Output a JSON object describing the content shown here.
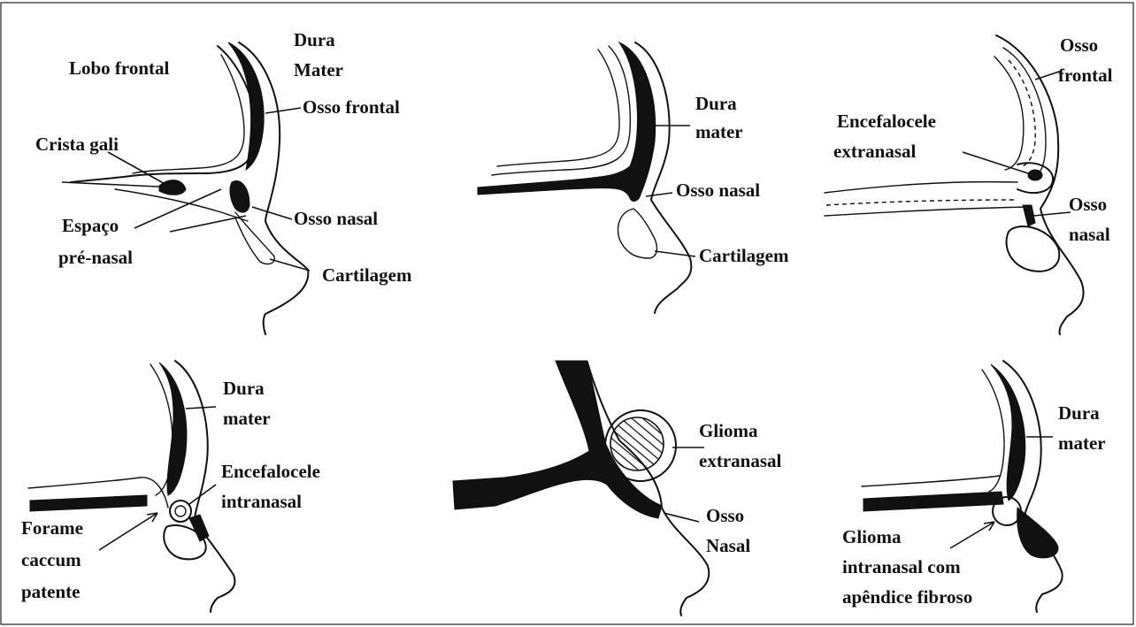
{
  "colors": {
    "ink": "#111111",
    "paper": "#ffffff"
  },
  "panels": {
    "p1": {
      "dura_mater_1": "Dura",
      "dura_mater_2": "Mater",
      "lobo_frontal": "Lobo frontal",
      "osso_frontal": "Osso frontal",
      "crista_gali": "Crista gali",
      "espaco_1": "Espaço",
      "espaco_2": "pré-nasal",
      "osso_nasal": "Osso nasal",
      "cartilagem": "Cartilagem"
    },
    "p2": {
      "dura_1": "Dura",
      "dura_2": "mater",
      "osso_nasal": "Osso nasal",
      "cartilagem": "Cartilagem"
    },
    "p3": {
      "osso_1": "Osso",
      "osso_2": "frontal",
      "encef_1": "Encefalocele",
      "encef_2": "extranasal",
      "nasal_1": "Osso",
      "nasal_2": "nasal"
    },
    "p4": {
      "dura_1": "Dura",
      "dura_2": "mater",
      "encef_1": "Encefalocele",
      "encef_2": "intranasal",
      "forame_1": "Forame",
      "forame_2": "caccum",
      "forame_3": "patente"
    },
    "p5": {
      "glioma_1": "Glioma",
      "glioma_2": "extranasal",
      "osso_1": "Osso",
      "osso_2": "Nasal"
    },
    "p6": {
      "dura_1": "Dura",
      "dura_2": "mater",
      "glioma_1": "Glioma",
      "glioma_2": "intranasal com",
      "glioma_3": "apêndice fibroso"
    }
  }
}
